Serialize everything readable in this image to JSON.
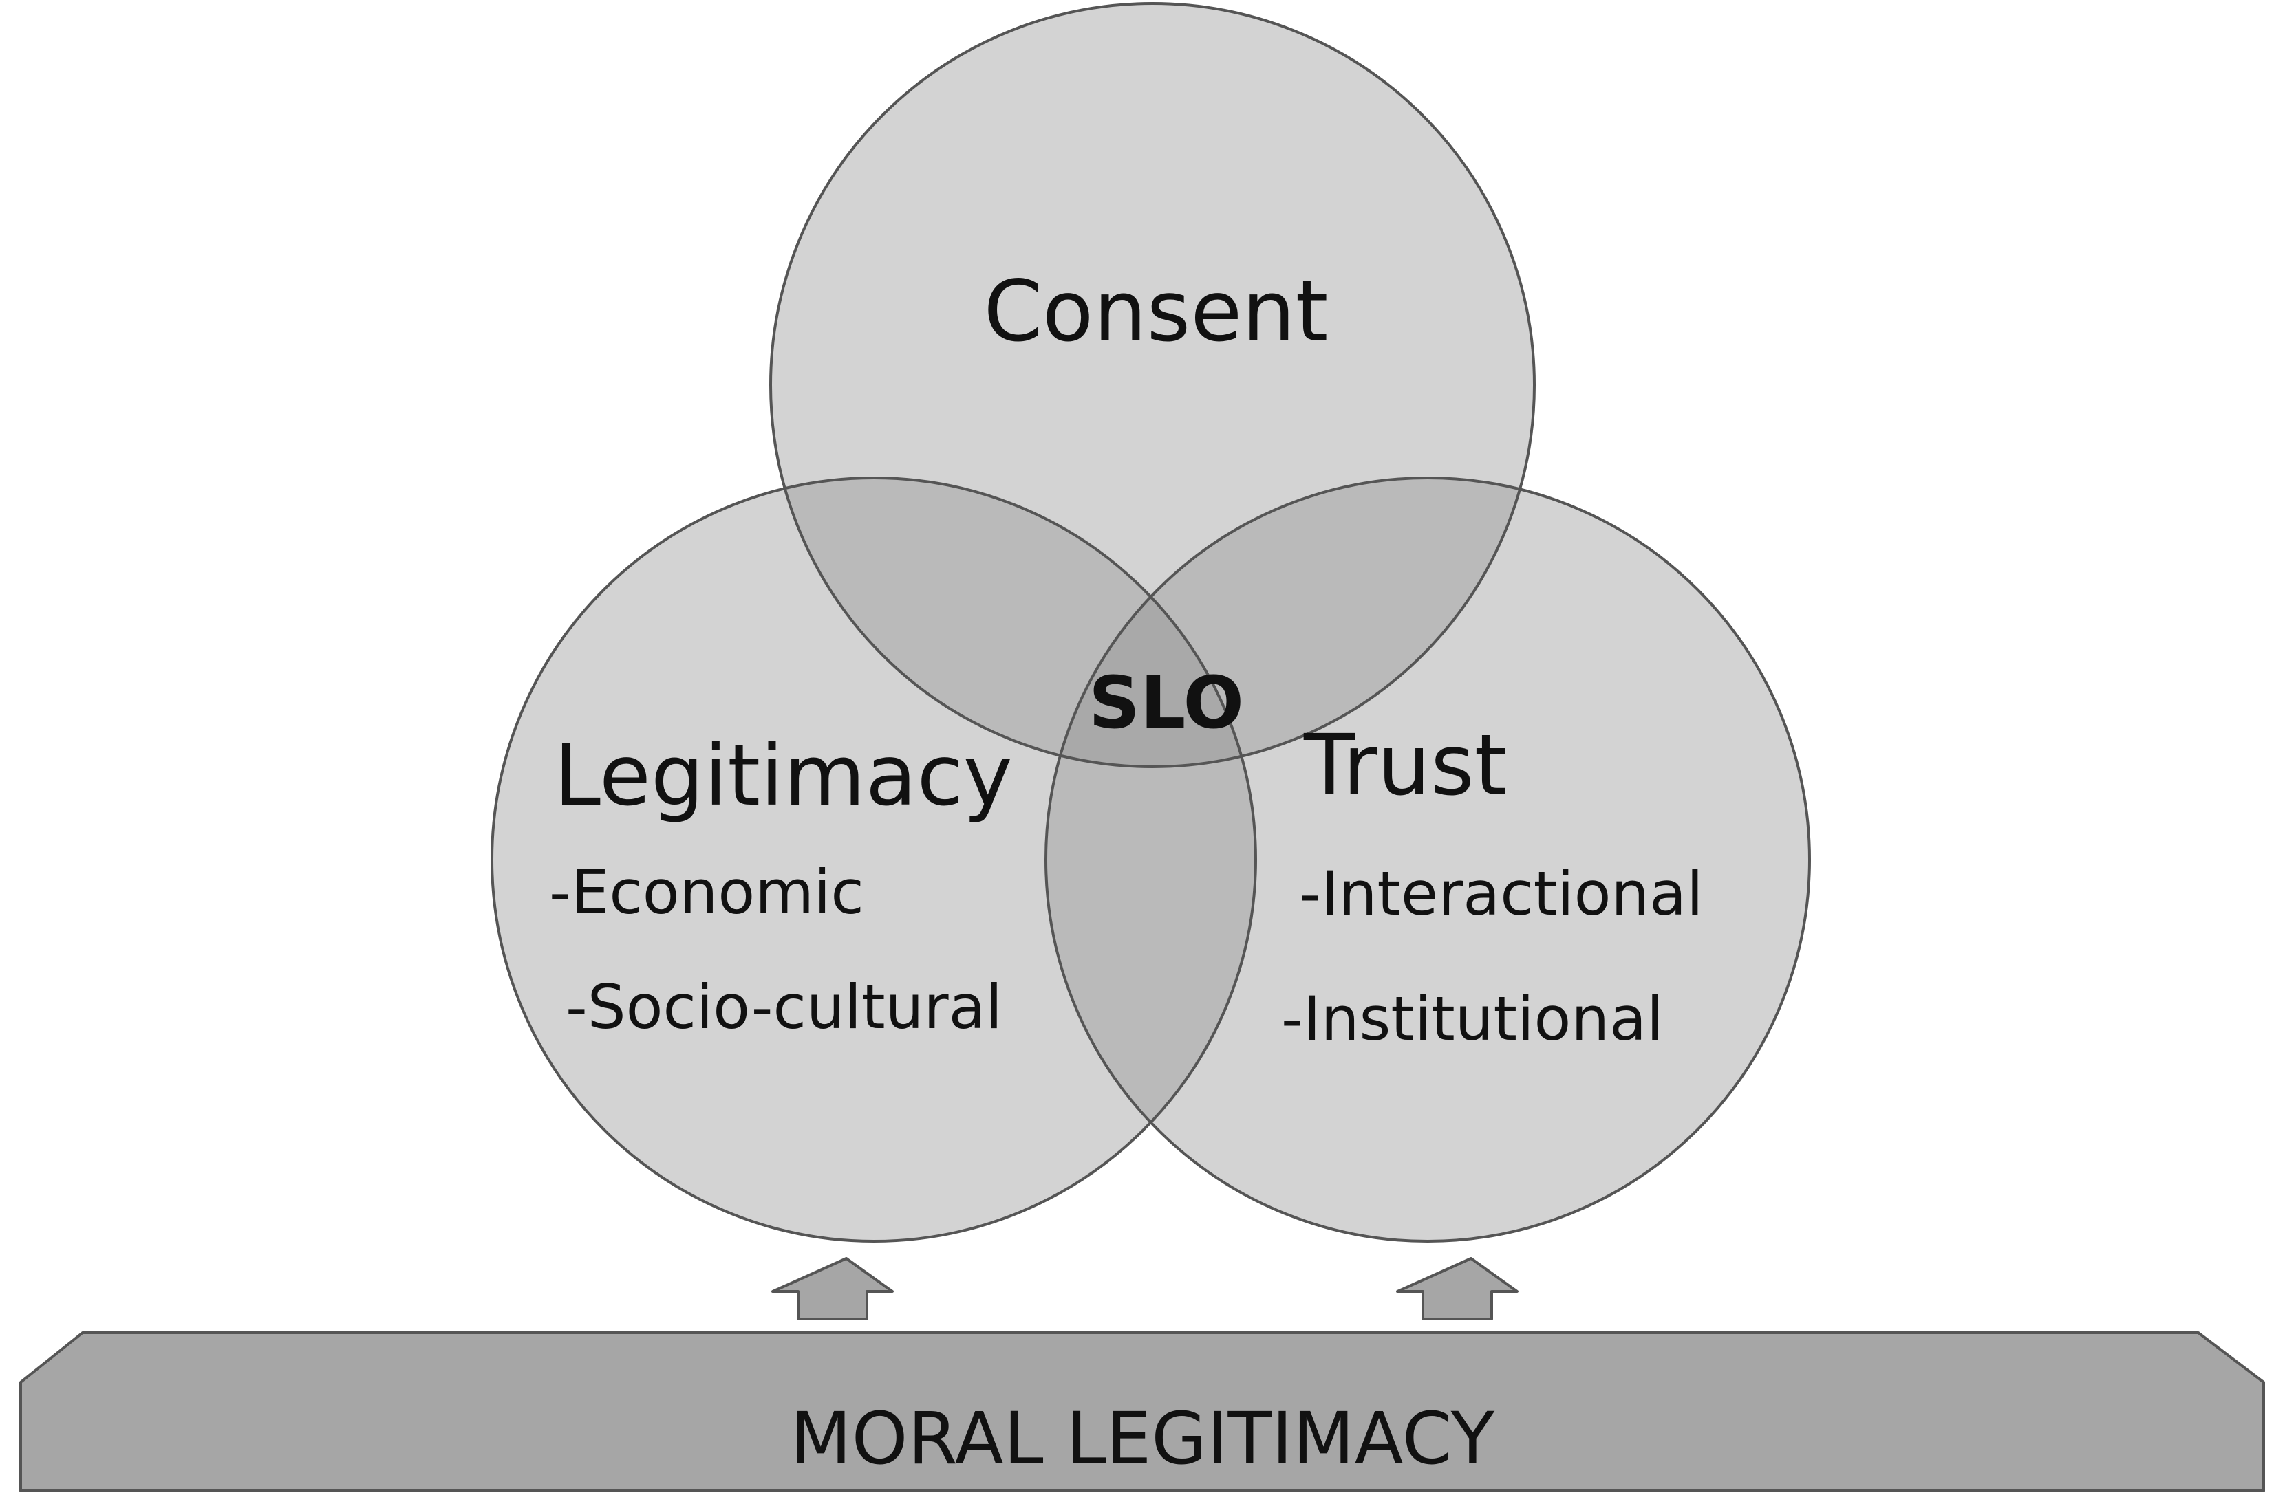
{
  "diagram": {
    "center_label": "SLO",
    "circles": {
      "consent": {
        "title": "Consent",
        "items": []
      },
      "legitimacy": {
        "title": "Legitimacy",
        "items": [
          "-Economic",
          "-Socio-cultural"
        ]
      },
      "trust": {
        "title": "Trust",
        "items": [
          "-Interactional",
          "-Institutional"
        ]
      }
    },
    "base": {
      "label": "MORAL LEGITIMACY"
    }
  },
  "colors": {
    "circle_fill": "#d3d3d3",
    "overlap_two": "#bababa",
    "overlap_three": "#a9a9a9",
    "stroke": "#555555",
    "base_fill": "#a6a6a6",
    "arrow_fill": "#a6a6a6"
  }
}
